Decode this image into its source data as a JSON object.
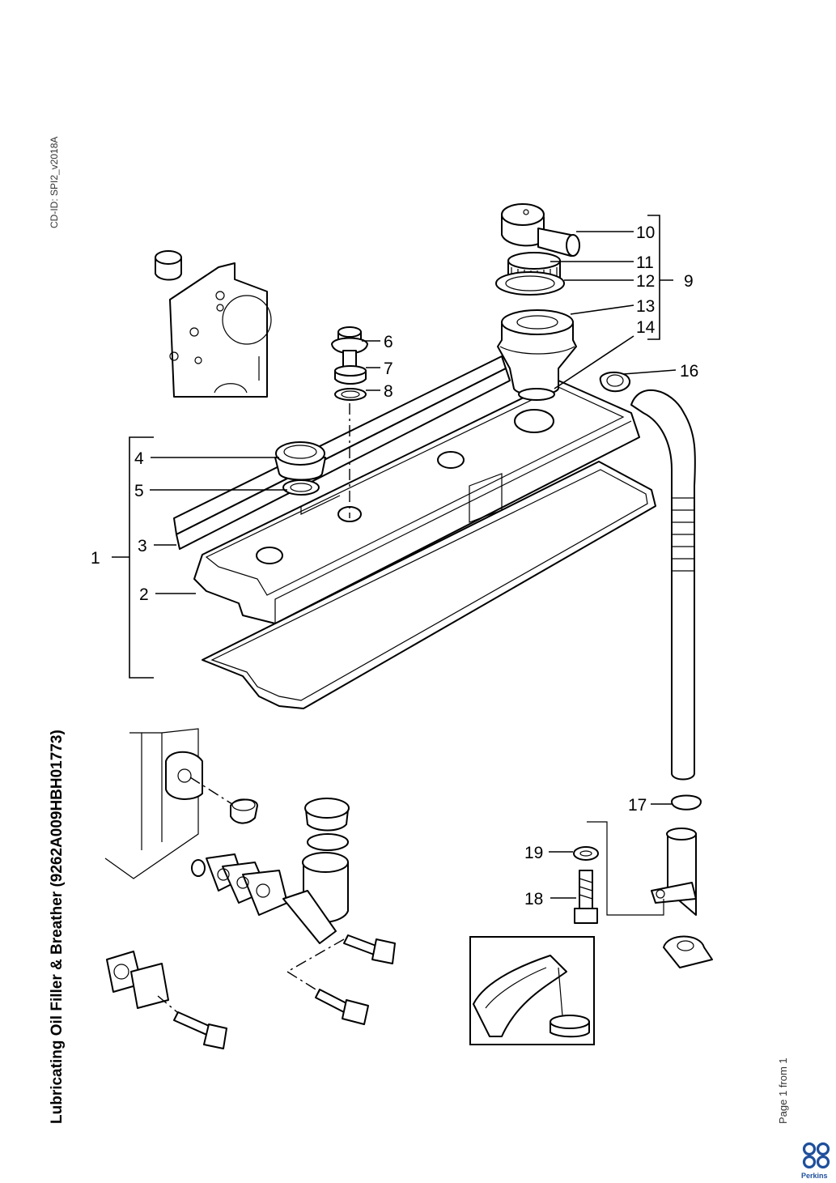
{
  "title": "Lubricating Oil Filler & Breather (9262A009HBH01773)",
  "doc_id": "CD-ID: SPI2_v2018A",
  "page_info": "Page 1 from 1",
  "brand": "Perkins",
  "colors": {
    "ink": "#000000",
    "brand": "#1f4f9c"
  },
  "callouts": [
    "1",
    "2",
    "3",
    "4",
    "5",
    "6",
    "7",
    "8",
    "9",
    "10",
    "11",
    "12",
    "13",
    "14",
    "16",
    "17",
    "18",
    "19"
  ]
}
